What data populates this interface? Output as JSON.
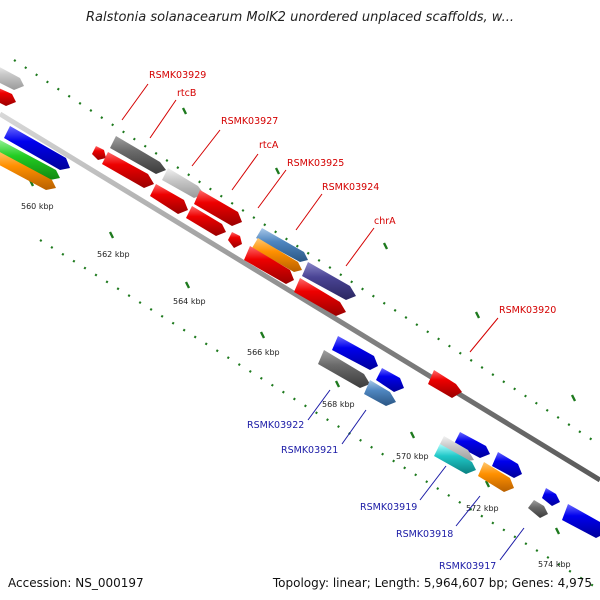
{
  "title": "Ralstonia solanacearum MolK2 unordered unplaced scaffolds, w...",
  "footer": {
    "accession": "Accession: NS_000197",
    "topology": "Topology: linear; Length: 5,964,607 bp; Genes: 4,975"
  },
  "colors": {
    "forward_label": "#d40000",
    "reverse_label": "#1a1aa6",
    "backbone": "#8c8c8c",
    "tick": "#1e7a1e"
  },
  "ticks": [
    "560 kbp",
    "562 kbp",
    "564 kbp",
    "566 kbp",
    "568 kbp",
    "570 kbp",
    "572 kbp",
    "574 kbp"
  ],
  "labels": [
    {
      "text": "RSMK03929",
      "strand": "forward"
    },
    {
      "text": "rtcB",
      "strand": "forward"
    },
    {
      "text": "RSMK03927",
      "strand": "forward"
    },
    {
      "text": "rtcA",
      "strand": "forward"
    },
    {
      "text": "RSMK03925",
      "strand": "forward"
    },
    {
      "text": "RSMK03924",
      "strand": "forward"
    },
    {
      "text": "chrA",
      "strand": "forward"
    },
    {
      "text": "RSMK03920",
      "strand": "forward"
    },
    {
      "text": "RSMK03922",
      "strand": "reverse"
    },
    {
      "text": "RSMK03921",
      "strand": "reverse"
    },
    {
      "text": "RSMK03919",
      "strand": "reverse"
    },
    {
      "text": "RSMK03918",
      "strand": "reverse"
    },
    {
      "text": "RSMK03917",
      "strand": "reverse"
    }
  ]
}
